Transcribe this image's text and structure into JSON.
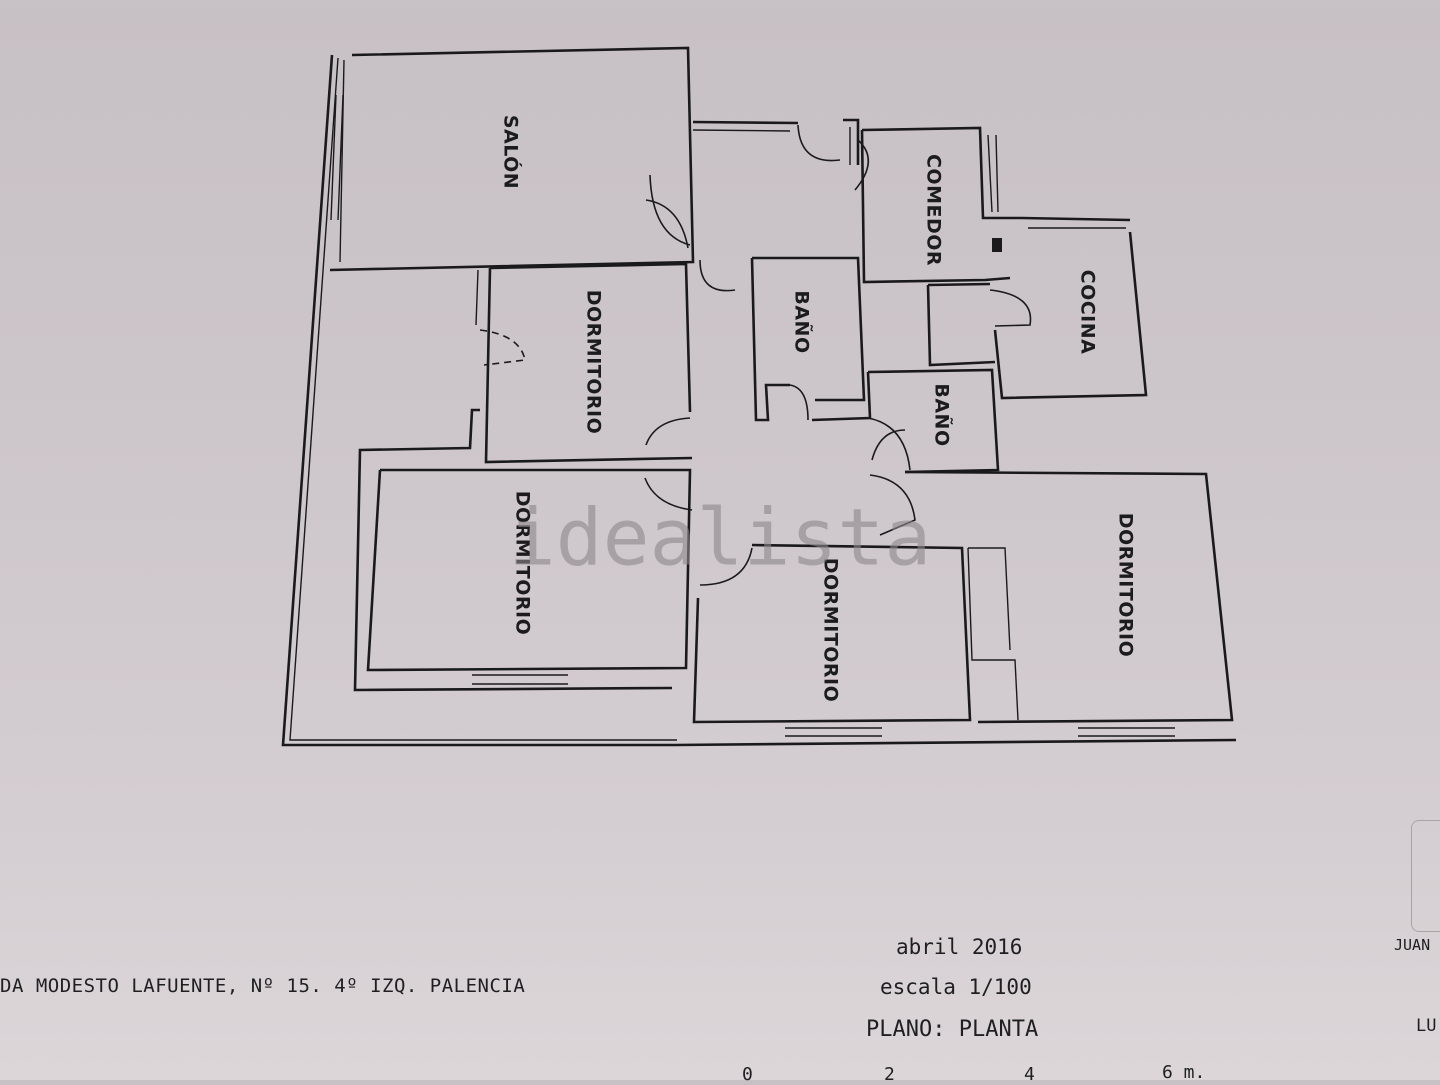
{
  "rooms": {
    "salon": "SALÓN",
    "comedor": "COMEDOR",
    "cocina": "COCINA",
    "bano_1": "BAÑO",
    "bano_2": "BAÑO",
    "dormitorio_1": "DORMITORIO",
    "dormitorio_2": "DORMITORIO",
    "dormitorio_3": "DORMITORIO",
    "dormitorio_4": "DORMITORIO"
  },
  "watermark": "idealista",
  "title_block": {
    "address": "DA MODESTO LAFUENTE, Nº 15. 4º IZQ. PALENCIA",
    "date": "abril 2016",
    "scale": "escala 1/100",
    "plan": "PLANO: PLANTA",
    "author_partial": "JUAN",
    "side_partial": "LU",
    "scale_bar": [
      "0",
      "2",
      "4",
      "6 m."
    ]
  }
}
